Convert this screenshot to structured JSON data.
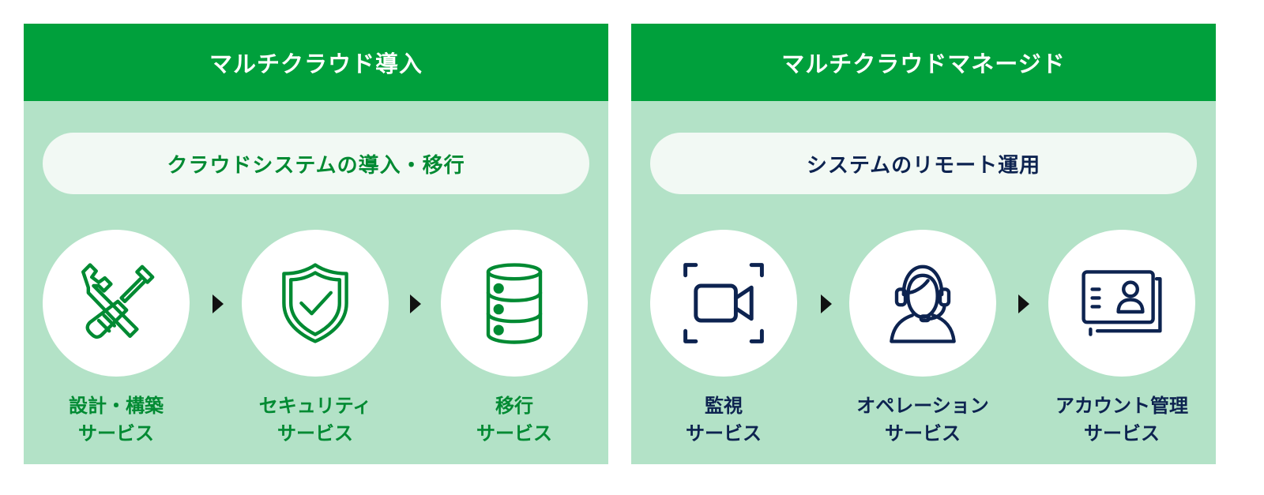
{
  "left_panel": {
    "title": "マルチクラウド導入",
    "subtitle": "クラウドシステムの導入・移行",
    "steps": [
      {
        "icon": "wrench-screwdriver-icon",
        "line1": "設計・構築",
        "line2": "サービス"
      },
      {
        "icon": "shield-check-icon",
        "line1": "セキュリティ",
        "line2": "サービス"
      },
      {
        "icon": "database-icon",
        "line1": "移行",
        "line2": "サービス"
      }
    ],
    "accent_color": "#008a32"
  },
  "right_panel": {
    "title": "マルチクラウドマネージド",
    "subtitle": "システムのリモート運用",
    "steps": [
      {
        "icon": "video-camera-icon",
        "line1": "監視",
        "line2": "サービス"
      },
      {
        "icon": "headset-operator-icon",
        "line1": "オペレーション",
        "line2": "サービス"
      },
      {
        "icon": "id-card-icon",
        "line1": "アカウント管理",
        "line2": "サービス"
      }
    ],
    "accent_color": "#0d2350"
  },
  "colors": {
    "header_green": "#00a03c",
    "panel_background": "#b3e2c7",
    "arrow": "#111111"
  }
}
